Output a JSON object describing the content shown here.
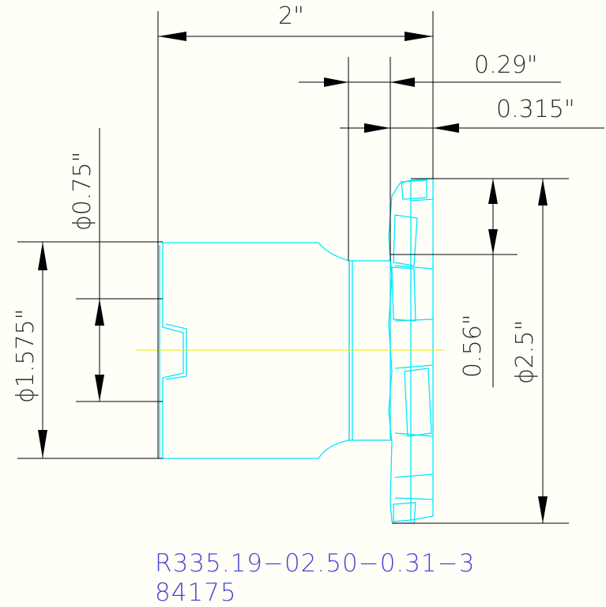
{
  "dimensions": {
    "overall_length": "2\"",
    "insert_width": "0.29\"",
    "cutting_width": "0.315\"",
    "bore_diameter": "ϕ0.75\"",
    "hub_diameter": "ϕ1.575\"",
    "depth_of_cut": "0.56\"",
    "cutter_diameter": "ϕ2.5\""
  },
  "caption": {
    "code": "R335.19−02.50−0.31−3",
    "id": "84175"
  },
  "colors": {
    "part_outline": "#00e5ff",
    "dimension_lines": "#000000",
    "center_line": "#e8e800",
    "caption": "#4646d8"
  }
}
